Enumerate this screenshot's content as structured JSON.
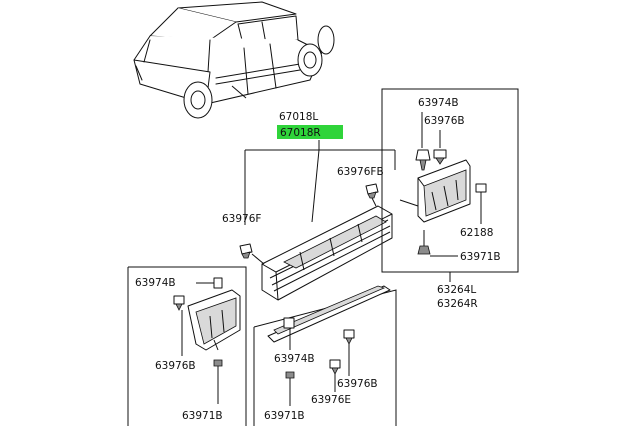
{
  "labels": {
    "molding_left": "67018L",
    "molding_right": "67018R",
    "clip_fb": "63976FB",
    "clip_f": "63976F",
    "clip_b_right": "63976B",
    "clip_b_left": "63976B",
    "clip_b_lower": "63976B",
    "clip_e": "63976E",
    "fastener_b_right": "63974B",
    "fastener_b_left": "63974B",
    "fastener_b_lower": "63974B",
    "bolt_right": "63971B",
    "bolt_left": "63971B",
    "bolt_lower": "63971B",
    "screw": "62188",
    "mudguard_left": "63264L",
    "mudguard_right": "63264R"
  },
  "colors": {
    "highlight": "#2fd43a",
    "line": "#111111",
    "shade": "#d9d9d9"
  }
}
